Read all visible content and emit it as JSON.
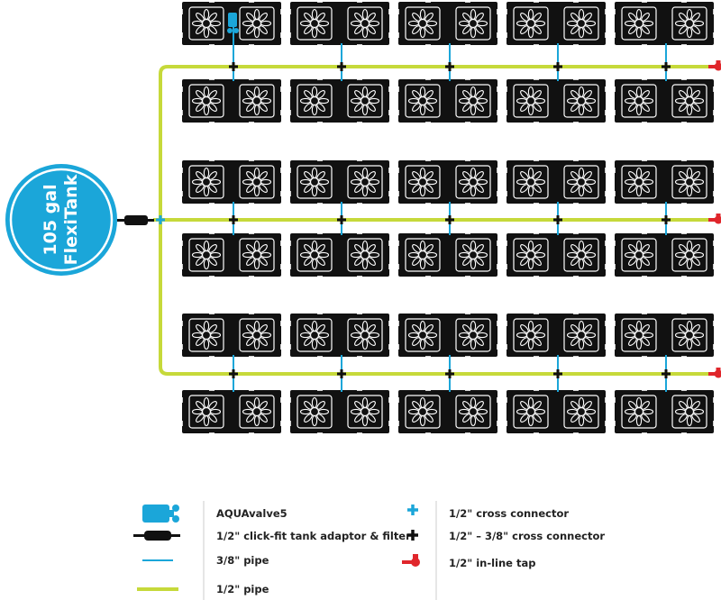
{
  "tank": {
    "line1": "105 gal",
    "line2": "FlexiTank"
  },
  "grid": {
    "columns": 5,
    "row_pairs": 3
  },
  "legend": {
    "left": [
      {
        "icon": "aquavalve-icon",
        "label": "AQUAvalve5"
      },
      {
        "icon": "tank-adaptor-icon",
        "label": "1/2\" click-fit tank adaptor & filter"
      },
      {
        "icon": "pipe-3-8-icon",
        "label": "3/8\" pipe"
      },
      {
        "icon": "pipe-1-2-icon",
        "label": "1/2\" pipe"
      }
    ],
    "right": [
      {
        "icon": "cross-connector-icon",
        "label": "1/2\" cross connector"
      },
      {
        "icon": "reducer-cross-connector-icon",
        "label": "1/2\" – 3/8\" cross connector"
      },
      {
        "icon": "inline-tap-icon",
        "label": "1/2\" in-line tap"
      }
    ]
  },
  "colors": {
    "pipe_half_inch": "#c6d93a",
    "pipe_three_eighths": "#1ba6d9",
    "tank": "#1ba6d9",
    "tap": "#e0262b",
    "pot": "#111111"
  }
}
